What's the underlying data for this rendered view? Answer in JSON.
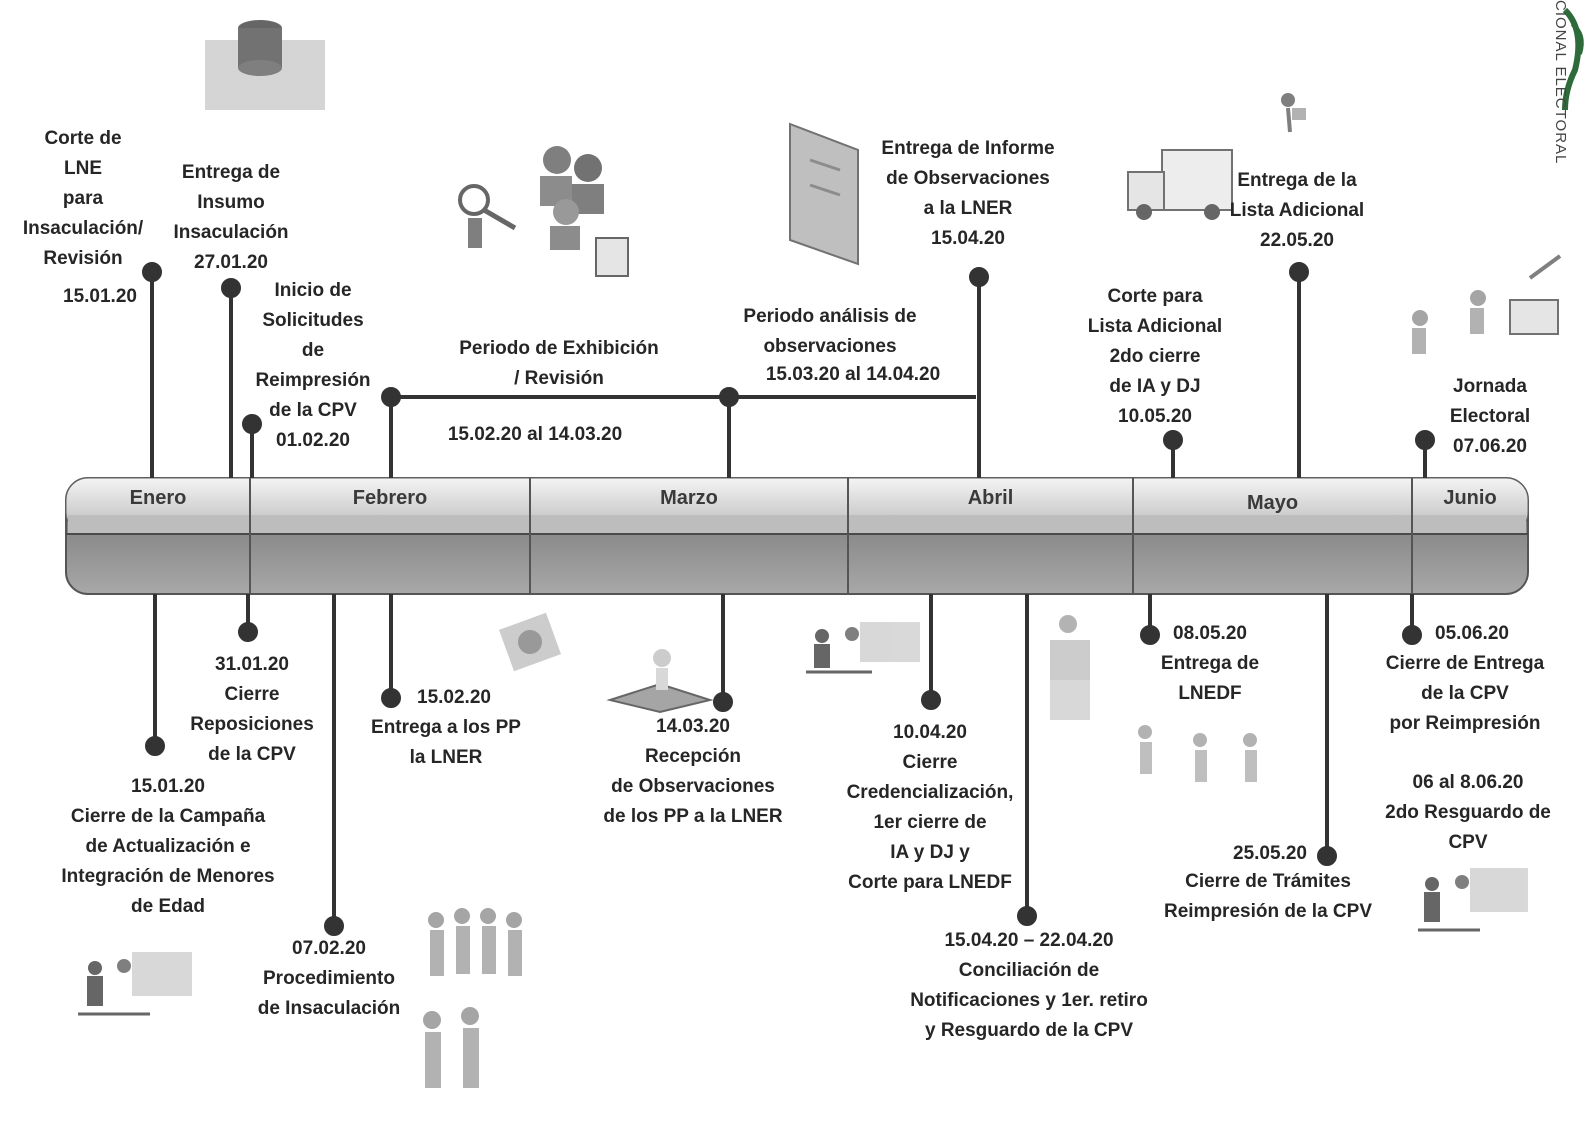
{
  "org_text": "CIONAL ELECTORAL",
  "months": [
    "Enero",
    "Febrero",
    "Marzo",
    "Abril",
    "Mayo",
    "Junio"
  ],
  "events_top": [
    {
      "text": "Corte de\nLNE\npara\nInsaculación/\nRevisión",
      "date": "15.01.20"
    },
    {
      "text": "Entrega de\nInsumo\nInsaculación\n27.01.20"
    },
    {
      "text": "Inicio de\nSolicitudes\nde\nReimpresión\nde la CPV\n01.02.20"
    },
    {
      "text": "Periodo de Exhibición\n/ Revisión",
      "date": "15.02.20 al 14.03.20"
    },
    {
      "text": "Periodo análisis de\nobservaciones",
      "date": "15.03.20 al 14.04.20"
    },
    {
      "text": "Entrega de Informe\nde Observaciones\na la LNER\n15.04.20"
    },
    {
      "text": "Corte para\nLista Adicional\n2do cierre\nde IA y DJ\n10.05.20"
    },
    {
      "text": "Entrega de la\nLista Adicional\n22.05.20"
    },
    {
      "text": "Jornada\nElectoral\n07.06.20"
    }
  ],
  "events_bottom": [
    {
      "text": "15.01.20\nCierre de la Campaña\nde Actualización e\nIntegración de Menores\nde Edad"
    },
    {
      "text": "31.01.20\nCierre\nReposiciones\nde la CPV"
    },
    {
      "text": "07.02.20\nProcedimiento\nde Insaculación"
    },
    {
      "date": "15.02.20",
      "text": "Entrega a los PP\nla LNER"
    },
    {
      "text": "14.03.20\nRecepción\nde Observaciones\nde los PP a la LNER"
    },
    {
      "text": "10.04.20\nCierre\nCredencialización,\n1er cierre de\nIA y DJ y\nCorte para LNEDF"
    },
    {
      "text": "15.04.20 – 22.04.20\nConciliación de\nNotificaciones y 1er. retiro\ny Resguardo de la CPV"
    },
    {
      "date": "08.05.20",
      "text": "Entrega de\nLNEDF"
    },
    {
      "date": "25.05.20",
      "text": "Cierre de Trámites\nReimpresión de la CPV"
    },
    {
      "date": "05.06.20",
      "text": "Cierre de Entrega\nde la CPV\npor Reimpresión"
    },
    {
      "text": "06 al 8.06.20\n2do Resguardo de\nCPV"
    }
  ],
  "colors": {
    "bar_top": "#d9d9d9",
    "bar_bottom": "#8f8f8f",
    "line": "#333333",
    "text": "#262626"
  }
}
